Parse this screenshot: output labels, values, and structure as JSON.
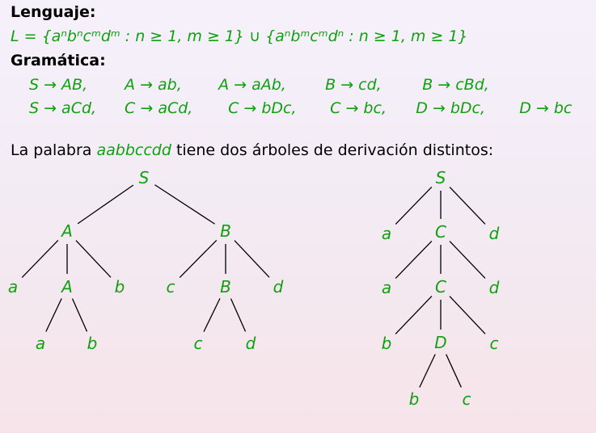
{
  "lenguaje_label": "Lenguaje:",
  "language_def": "L = {aⁿbⁿcᵐdᵐ : n ≥ 1, m ≥ 1} ∪ {aⁿbᵐcᵐdⁿ : n ≥ 1, m ≥ 1}",
  "gramatica_label": "Gramática:",
  "grammar_row1": [
    "S → AB,",
    "A → ab,",
    "A → aAb,",
    "B → cd,",
    "B → cBd,"
  ],
  "grammar_row2": [
    "S → aCd,",
    "C → aCd,",
    "C → bDc,",
    "C → bc,",
    "D → bDc,",
    "D → bc"
  ],
  "sentence_prefix": "La palabra",
  "sentence_word": "aabbccdd",
  "sentence_suffix": "tiene dos árboles de derivación distintos:",
  "colors": {
    "math": "#10a010",
    "text": "#000000"
  },
  "tree1": {
    "nodes": [
      {
        "id": "S",
        "label": "S"
      },
      {
        "id": "A1",
        "label": "A"
      },
      {
        "id": "B1",
        "label": "B"
      },
      {
        "id": "a1",
        "label": "a"
      },
      {
        "id": "A2",
        "label": "A"
      },
      {
        "id": "b1",
        "label": "b"
      },
      {
        "id": "c1",
        "label": "c"
      },
      {
        "id": "B2",
        "label": "B"
      },
      {
        "id": "d1",
        "label": "d"
      },
      {
        "id": "a2",
        "label": "a"
      },
      {
        "id": "b2",
        "label": "b"
      },
      {
        "id": "c2",
        "label": "c"
      },
      {
        "id": "d2",
        "label": "d"
      }
    ],
    "edges": [
      [
        "S",
        "A1"
      ],
      [
        "S",
        "B1"
      ],
      [
        "A1",
        "a1"
      ],
      [
        "A1",
        "A2"
      ],
      [
        "A1",
        "b1"
      ],
      [
        "B1",
        "c1"
      ],
      [
        "B1",
        "B2"
      ],
      [
        "B1",
        "d1"
      ],
      [
        "A2",
        "a2"
      ],
      [
        "A2",
        "b2"
      ],
      [
        "B2",
        "c2"
      ],
      [
        "B2",
        "d2"
      ]
    ]
  },
  "tree2": {
    "nodes": [
      {
        "id": "S",
        "label": "S"
      },
      {
        "id": "a1",
        "label": "a"
      },
      {
        "id": "C1",
        "label": "C"
      },
      {
        "id": "d1",
        "label": "d"
      },
      {
        "id": "a2",
        "label": "a"
      },
      {
        "id": "C2",
        "label": "C"
      },
      {
        "id": "d2",
        "label": "d"
      },
      {
        "id": "b1",
        "label": "b"
      },
      {
        "id": "D",
        "label": "D"
      },
      {
        "id": "c1",
        "label": "c"
      },
      {
        "id": "b2",
        "label": "b"
      },
      {
        "id": "c2",
        "label": "c"
      }
    ],
    "edges": [
      [
        "S",
        "a1"
      ],
      [
        "S",
        "C1"
      ],
      [
        "S",
        "d1"
      ],
      [
        "C1",
        "a2"
      ],
      [
        "C1",
        "C2"
      ],
      [
        "C1",
        "d2"
      ],
      [
        "C2",
        "b1"
      ],
      [
        "C2",
        "D"
      ],
      [
        "C2",
        "c1"
      ],
      [
        "D",
        "b2"
      ],
      [
        "D",
        "c2"
      ]
    ]
  }
}
